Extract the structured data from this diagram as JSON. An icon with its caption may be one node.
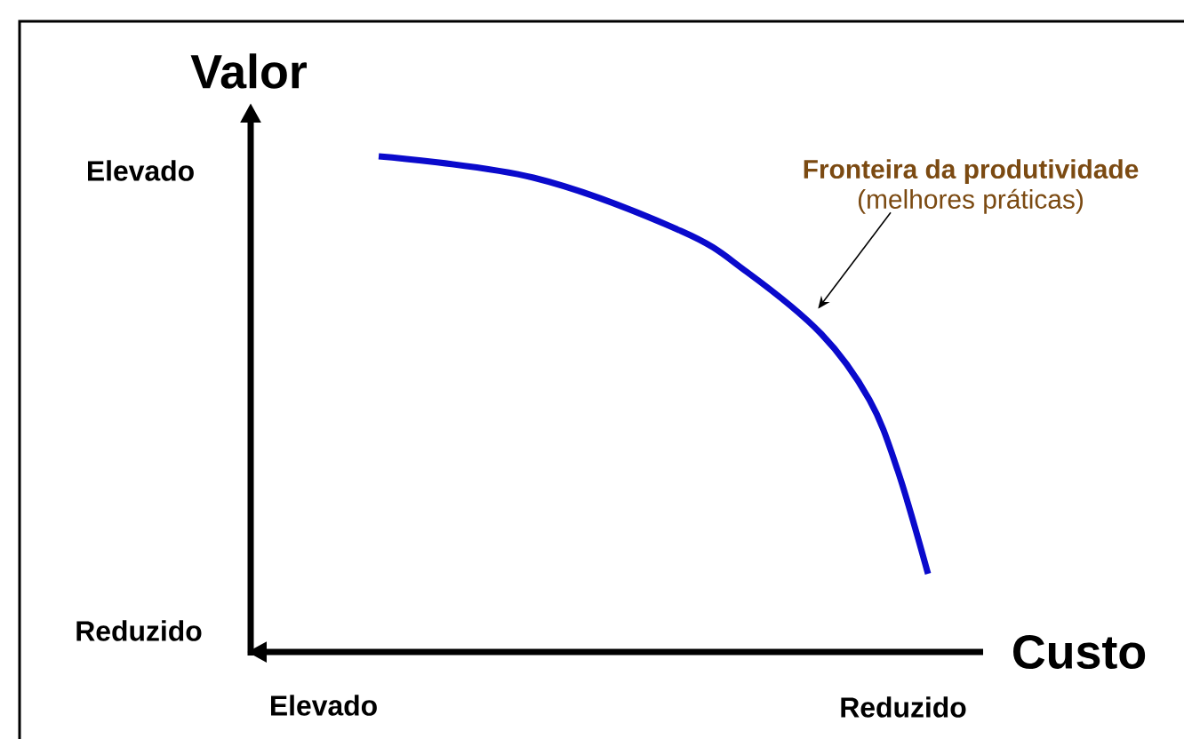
{
  "diagram": {
    "nodes": [
      {
        "text": [
          "Fronteira da produtividade",
          "(melhores práticas)"
        ]
      },
      {
        "text": [],
        "shape": "curve"
      }
    ],
    "edges": [
      {
        "from": 0,
        "to": 1,
        "arrow": "to"
      }
    ],
    "labels": [
      "Valor",
      "Elevado",
      "Reduzido",
      "Custo",
      "Elevado",
      "Reduzido"
    ]
  }
}
